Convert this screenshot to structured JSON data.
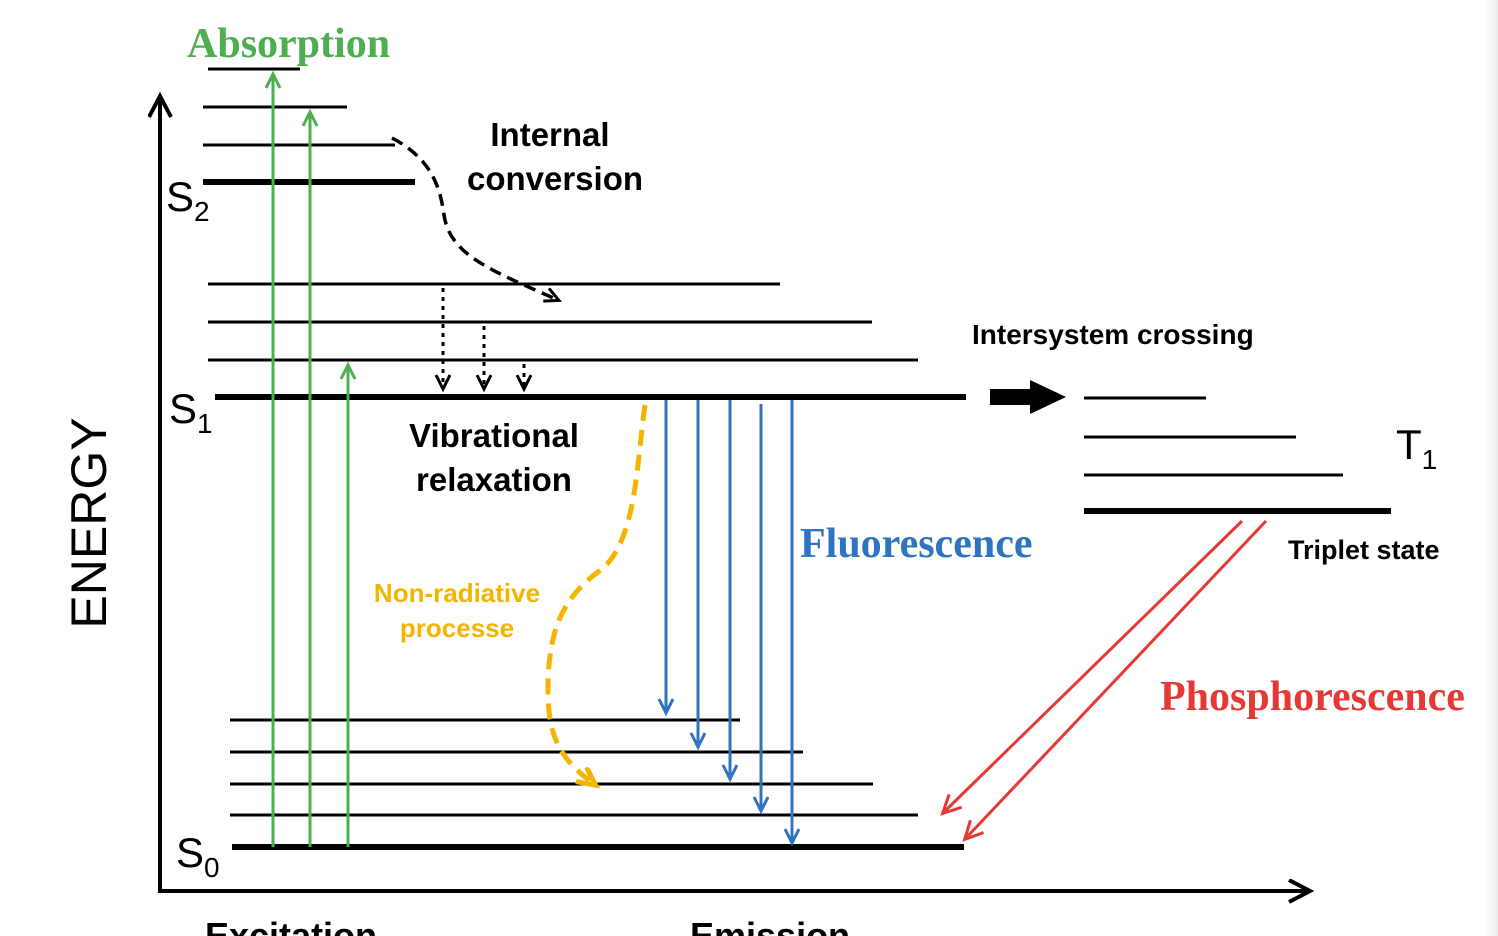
{
  "labels": {
    "absorption": "Absorption",
    "internal_conversion_line1": "Internal",
    "internal_conversion_line2": "conversion",
    "intersystem_crossing": "Intersystem crossing",
    "vibrational_relaxation_line1": "Vibrational",
    "vibrational_relaxation_line2": "relaxation",
    "non_radiative_line1": "Non-radiative",
    "non_radiative_line2": "processe",
    "fluorescence": "Fluorescence",
    "phosphorescence": "Phosphorescence",
    "triplet_state": "Triplet state",
    "energy_axis": "ENERGY",
    "excitation": "Excitation",
    "emission": "Emission"
  },
  "states": {
    "s2": {
      "letter": "S",
      "sub": "2"
    },
    "s1": {
      "letter": "S",
      "sub": "1"
    },
    "s0": {
      "letter": "S",
      "sub": "0"
    },
    "t1": {
      "letter": "T",
      "sub": "1"
    }
  },
  "colors": {
    "absorption": "#4caf50",
    "fluorescence": "#2f74c0",
    "phosphorescence": "#e53935",
    "non_radiative": "#f4b400",
    "line": "#000000"
  }
}
